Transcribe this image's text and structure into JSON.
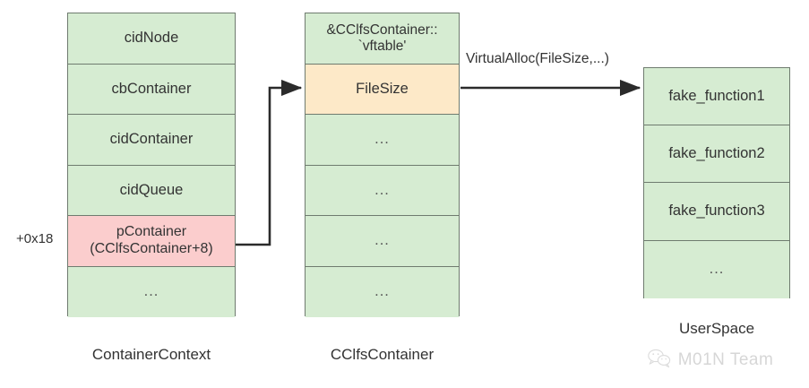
{
  "diagram": {
    "colors": {
      "green_fill": "#d6ecd2",
      "pink_fill": "#fbcdcd",
      "cream_fill": "#fde9c8",
      "border": "#6f7b6f",
      "text": "#333333",
      "connector": "#2b2b2b"
    },
    "structs": [
      {
        "id": "container-context",
        "caption": "ContainerContext",
        "offset_label": "+0x18",
        "rows": [
          {
            "label": "cidNode",
            "fill": "green"
          },
          {
            "label": "cbContainer",
            "fill": "green"
          },
          {
            "label": "cidContainer",
            "fill": "green"
          },
          {
            "label": "cidQueue",
            "fill": "green"
          },
          {
            "line1": "pContainer",
            "line2": "(CClfsContainer+8)",
            "fill": "pink"
          },
          {
            "label": "...",
            "fill": "green"
          }
        ]
      },
      {
        "id": "cclfs-container",
        "caption": "CClfsContainer",
        "rows": [
          {
            "line1": "&CClfsContainer::",
            "line2": "`vftable'",
            "fill": "green"
          },
          {
            "label": "FileSize",
            "fill": "cream"
          },
          {
            "label": "...",
            "fill": "green"
          },
          {
            "label": "...",
            "fill": "green"
          },
          {
            "label": "...",
            "fill": "green"
          },
          {
            "label": "...",
            "fill": "green"
          }
        ]
      },
      {
        "id": "user-space",
        "caption": "UserSpace",
        "rows": [
          {
            "label": "fake_function1",
            "fill": "green"
          },
          {
            "label": "fake_function2",
            "fill": "green"
          },
          {
            "label": "fake_function3",
            "fill": "green"
          },
          {
            "label": "...",
            "fill": "green"
          }
        ]
      }
    ],
    "connectors": [
      {
        "id": "pcontainer-to-filesize",
        "label": ""
      },
      {
        "id": "filesize-to-userspace",
        "label": "VirtualAlloc(FileSize,...)"
      }
    ]
  },
  "watermark": {
    "text": "M01N Team",
    "icon": "wechat-icon"
  }
}
